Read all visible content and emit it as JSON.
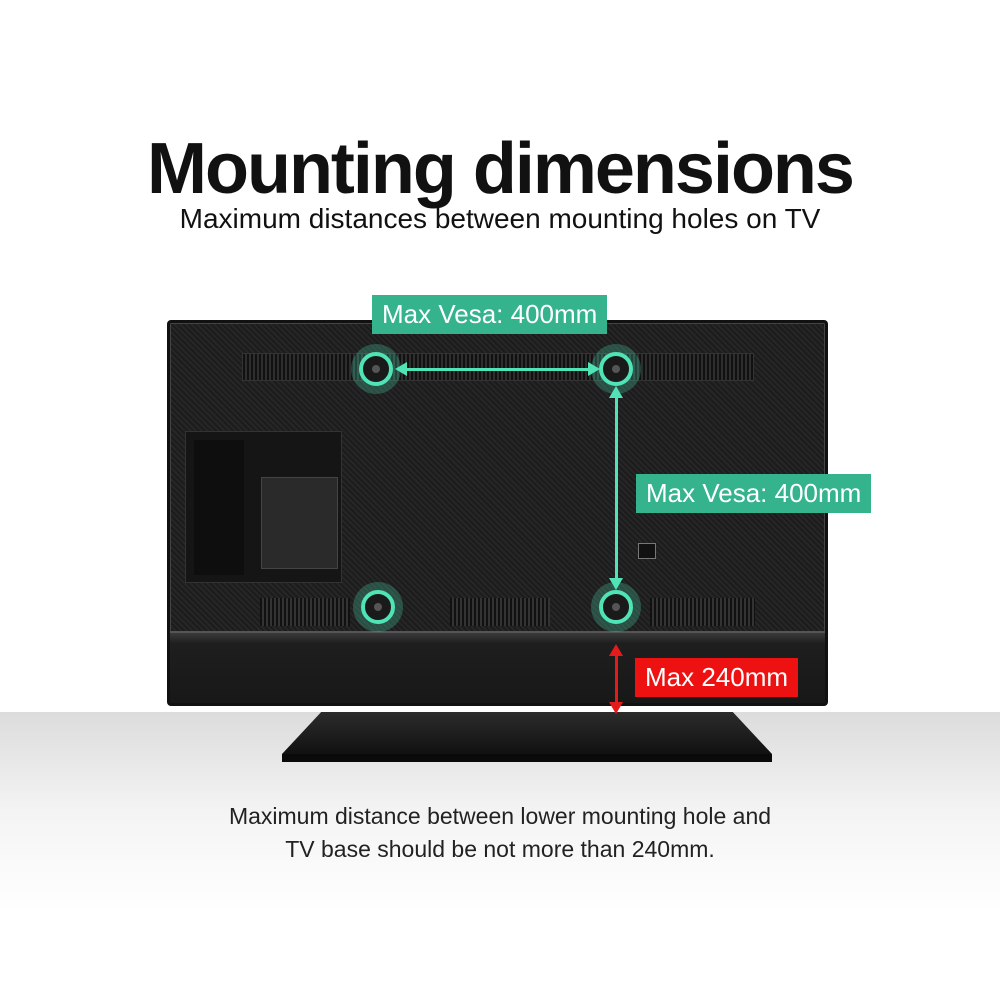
{
  "header": {
    "title": "Mounting dimensions",
    "subtitle": "Maximum distances between mounting holes on TV"
  },
  "labels": {
    "horizontal_vesa": "Max Vesa: 400mm",
    "vertical_vesa": "Max Vesa: 400mm",
    "base_distance": "Max 240mm"
  },
  "caption": {
    "line1": "Maximum distance between lower mounting hole and",
    "line2": "TV base should be not more than 240mm."
  },
  "colors": {
    "vesa_accent": "#4fe3b6",
    "vesa_label_bg": "#35b38d",
    "limit_label_bg": "#ee1111",
    "limit_arrow": "#e41b1b"
  }
}
